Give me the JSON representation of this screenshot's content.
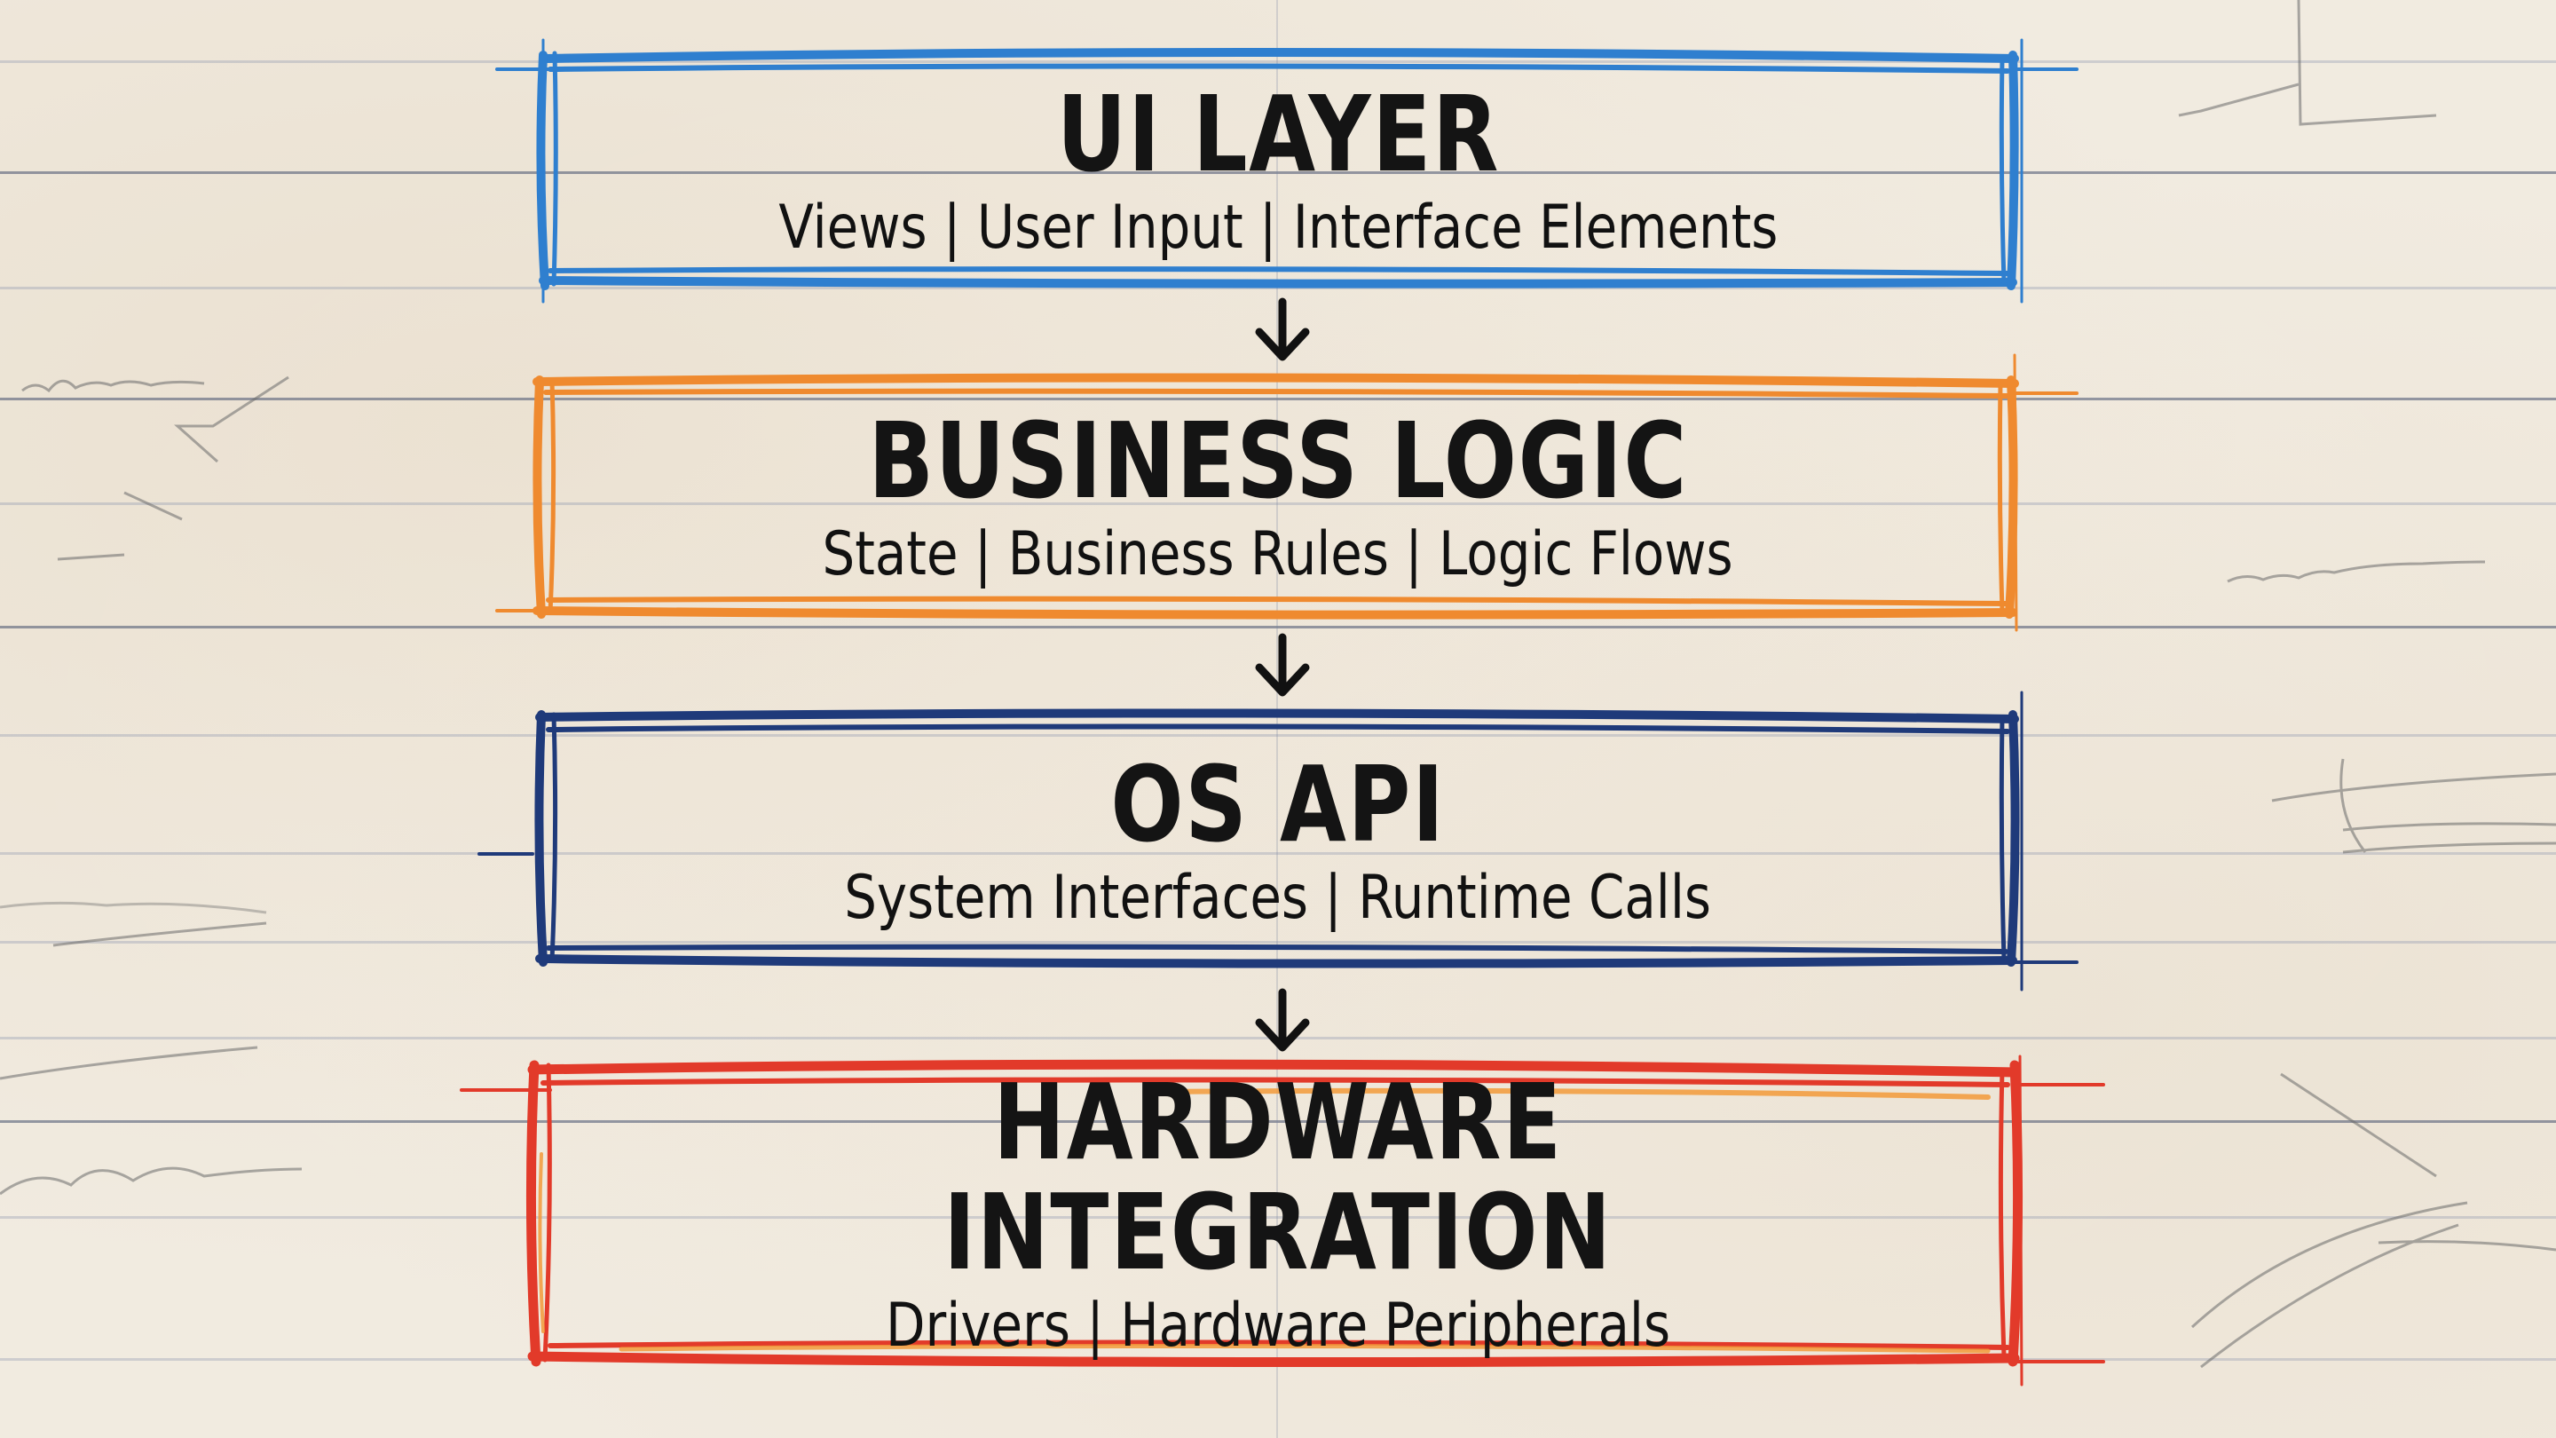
{
  "diagram": {
    "type": "layered-architecture-stack",
    "direction": "top-to-bottom",
    "layers": [
      {
        "title": "UI LAYER",
        "subtitle": "Views | User Input | Interface Elements",
        "border_color": "#2f7fcf"
      },
      {
        "title": "BUSINESS LOGIC",
        "subtitle": "State | Business Rules | Logic Flows",
        "border_color": "#ef8a2f"
      },
      {
        "title": "OS API",
        "subtitle": "System Interfaces | Runtime Calls",
        "border_color": "#1f3a7a"
      },
      {
        "title": "HARDWARE INTEGRATION",
        "subtitle": "Drivers | Hardware Peripherals",
        "border_color": "#e23a2a"
      }
    ],
    "arrows": [
      {
        "from": "UI LAYER",
        "to": "BUSINESS LOGIC",
        "icon": "arrow-down-icon"
      },
      {
        "from": "BUSINESS LOGIC",
        "to": "OS API",
        "icon": "arrow-down-icon"
      },
      {
        "from": "OS API",
        "to": "HARDWARE INTEGRATION",
        "icon": "arrow-down-icon"
      }
    ],
    "background": {
      "style": "ruled notebook paper with pencil scribbles",
      "paper_color": "#f1ebe0",
      "rule_color": "#8c96af"
    }
  }
}
